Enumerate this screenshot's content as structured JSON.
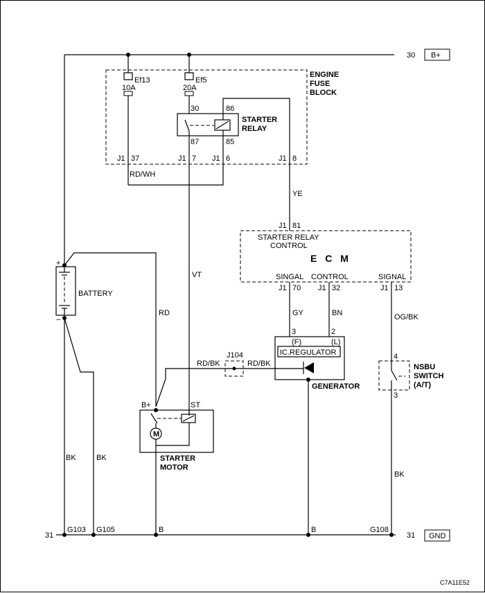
{
  "supply": {
    "circuit": "30",
    "label": "B+"
  },
  "ground": {
    "circuit": "31",
    "label": "GND",
    "left_circuit": "31",
    "g103": "G103",
    "g105": "G105",
    "g108": "G108",
    "b1": "B",
    "b2": "B"
  },
  "fuse_block": {
    "line1": "ENGINE",
    "line2": "FUSE",
    "line3": "BLOCK"
  },
  "fuses": [
    {
      "id": "Ef13",
      "rating": "10A"
    },
    {
      "id": "Ef5",
      "rating": "20A"
    }
  ],
  "relay": {
    "line1": "STARTER",
    "line2": "RELAY",
    "pin30": "30",
    "pin86": "86",
    "pin87": "87",
    "pin85": "85"
  },
  "connectors": {
    "j1a": "J1",
    "p37": "37",
    "j1b": "J1",
    "p7": "7",
    "j1c": "J1",
    "p6": "6",
    "j1d": "J1",
    "p8": "8",
    "j1e": "J1",
    "p81": "81",
    "j1f": "J1",
    "p70": "70",
    "j1g": "J1",
    "p32": "32",
    "j1h": "J1",
    "p13": "13"
  },
  "wires": {
    "rd_wh": "RD/WH",
    "ye": "YE",
    "vt": "VT",
    "rd": "RD",
    "gy": "GY",
    "bn": "BN",
    "og_bk": "OG/BK",
    "rd_bk1": "RD/BK",
    "rd_bk2": "RD/BK",
    "bk1": "BK",
    "bk2": "BK",
    "bk3": "BK"
  },
  "ecm": {
    "title": "E C M",
    "ctrl1": "STARTER RELAY",
    "ctrl2": "CONTROL",
    "singal": "SINGAL",
    "control": "CONTROL",
    "signal": "SIGNAL"
  },
  "battery": {
    "label": "BATTERY",
    "plus": "+",
    "minus": "−"
  },
  "j104": "J104",
  "generator": {
    "label": "GENERATOR",
    "regulator": "IC.REGULATOR",
    "pin3": "3",
    "pin2": "2",
    "f": "(F)",
    "l": "(L)"
  },
  "nsbu": {
    "line1": "NSBU",
    "line2": "SWITCH",
    "line3": "(A/T)",
    "pin4": "4",
    "pin3": "3"
  },
  "starter": {
    "line1": "STARTER",
    "line2": "MOTOR",
    "bplus": "B+",
    "st": "ST",
    "m": "M"
  },
  "code": "C7A11E52"
}
